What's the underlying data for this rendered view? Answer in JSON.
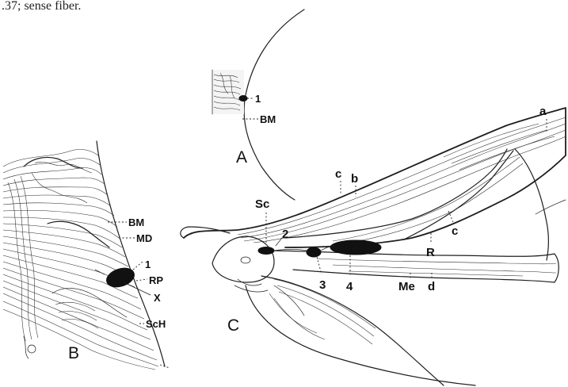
{
  "caption": ".37; sense fiber.",
  "panels": {
    "A": {
      "letter": "A",
      "labels": {
        "one": "1",
        "bm": "BM"
      }
    },
    "B": {
      "letter": "B",
      "labels": {
        "bm": "BM",
        "md": "MD",
        "one": "1",
        "rp": "RP",
        "x": "X",
        "sch": "ScH"
      }
    },
    "C": {
      "letter": "C",
      "labels": {
        "a": "a",
        "b": "b",
        "c_upper": "c",
        "c_lower": "c",
        "sc": "Sc",
        "two": "2",
        "three": "3",
        "four": "4",
        "r": "R",
        "me": "Me",
        "d": "d"
      }
    }
  }
}
